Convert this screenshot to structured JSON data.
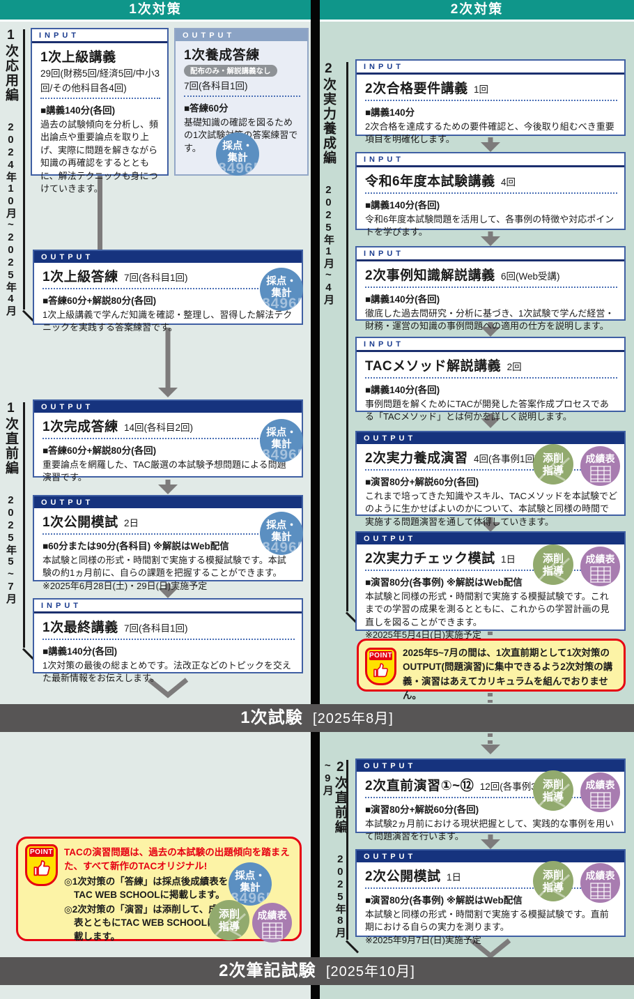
{
  "headers": {
    "first": "1次対策",
    "second": "2次対策"
  },
  "labels": {
    "input": "INPUT",
    "output": "OUTPUT"
  },
  "sections": {
    "first_applied": {
      "name": "1次応用編",
      "period": "2024年10月~2025年4月"
    },
    "first_final": {
      "name": "1次直前編",
      "period": "2025年5~7月"
    },
    "second_training": {
      "name": "2次実力養成編",
      "period": "2025年1月~4月"
    },
    "second_final": {
      "name": "2次直前編",
      "period": "2025年8月~9月"
    }
  },
  "badges": {
    "saiten": {
      "line1": "採点・",
      "line2": "集計",
      "ghost": "84965"
    },
    "tensaku": {
      "line1": "添削",
      "line2": "指導"
    },
    "seiseki": {
      "label": "成績表"
    }
  },
  "boxes": {
    "l1": {
      "title": "1次上級講義",
      "count": "29回(財務5回/経済5回/中小3回/その他科目各4回)",
      "spec": "■講義140分(各回)",
      "desc": "過去の試験傾向を分析し、頻出論点や重要論点を取り上げ、実際に問題を解きながら知識の再確認をするとともに、解法テクニックも身につけていきます。"
    },
    "l2": {
      "title": "1次養成答練",
      "pill": "配布のみ・解説講義なし",
      "count": "7回(各科目1回)",
      "spec": "■答練60分",
      "desc": "基礎知識の確認を図るための1次試験対策の答案練習です。"
    },
    "l3": {
      "title": "1次上級答練",
      "count": "7回(各科目1回)",
      "spec": "■答練60分+解説80分(各回)",
      "desc": "1次上級講義で学んだ知識を確認・整理し、習得した解法テクニックを実践する答案練習です。"
    },
    "l4": {
      "title": "1次完成答練",
      "count": "14回(各科目2回)",
      "spec": "■答練60分+解説80分(各回)",
      "desc": "重要論点を網羅した、TAC厳選の本試験予想問題による問題演習です。"
    },
    "l5": {
      "title": "1次公開模試",
      "count": "2日",
      "spec": "■60分または90分(各科目) ※解説はWeb配信",
      "desc": "本試験と同様の形式・時間割で実施する模擬試験です。本試験の約1ヵ月前に、自らの課題を把握することができます。",
      "note": "※2025年6月28日(土)・29日(日)実施予定"
    },
    "l6": {
      "title": "1次最終講義",
      "count": "7回(各科目1回)",
      "spec": "■講義140分(各回)",
      "desc": "1次対策の最後の総まとめです。法改正などのトピックを交えた最新情報をお伝えします。"
    },
    "r1": {
      "title": "2次合格要件講義",
      "count": "1回",
      "spec": "■講義140分",
      "desc": "2次合格を達成するための要件確認と、今後取り組むべき重要項目を明確化します。"
    },
    "r2": {
      "title": "令和6年度本試験講義",
      "count": "4回",
      "spec": "■講義140分(各回)",
      "desc": "令和6年度本試験問題を活用して、各事例の特徴や対応ポイントを学びます。"
    },
    "r3": {
      "title": "2次事例知識解説講義",
      "count": "6回(Web受講)",
      "spec": "■講義140分(各回)",
      "desc": "徹底した過去問研究・分析に基づき、1次試験で学んだ経営・財務・運営の知識の事例問題への適用の仕方を説明します。"
    },
    "r4": {
      "title": "TACメソッド解説講義",
      "count": "2回",
      "spec": "■講義140分(各回)",
      "desc": "事例問題を解くためにTACが開発した答案作成プロセスである「TACメソッド」とは何かを詳しく説明します。"
    },
    "r5": {
      "title": "2次実力養成演習",
      "count": "4回(各事例1回)",
      "spec": "■演習80分+解説60分(各回)",
      "desc": "これまで培ってきた知識やスキル、TACメソッドを本試験でどのように生かせばよいのかについて、本試験と同様の時間で実施する問題演習を通して体得していきます。"
    },
    "r6": {
      "title": "2次実力チェック模試",
      "count": "1日",
      "spec": "■演習80分(各事例) ※解説はWeb配信",
      "desc": "本試験と同様の形式・時間割で実施する模擬試験です。これまでの学習の成果を測るとともに、これからの学習計画の見直しを図ることができます。",
      "note": "※2025年5月4日(日)実施予定"
    },
    "r7": {
      "title": "2次直前演習①~⑫",
      "count": "12回(各事例3回)",
      "spec": "■演習80分+解説60分(各回)",
      "desc": "本試験2ヵ月前における現状把握として、実践的な事例を用いて問題演習を行います。"
    },
    "r8": {
      "title": "2次公開模試",
      "count": "1日",
      "spec": "■演習80分(各事例) ※解説はWeb配信",
      "desc": "本試験と同様の形式・時間割で実施する模擬試験です。直前期における自らの実力を測ります。",
      "note": "※2025年9月7日(日)実施予定"
    }
  },
  "exams": {
    "first": {
      "title": "1次試験",
      "date": "[2025年8月]"
    },
    "second": {
      "title": "2次筆記試験",
      "date": "[2025年10月]"
    }
  },
  "points": {
    "label": "POINT",
    "right": {
      "text": "2025年5~7月の間は、1次直前期として1次対策のOUTPUT(問題演習)に集中できるよう2次対策の講義・演習はあえてカリキュラムを組んでおりません。"
    },
    "left": {
      "title": "TACの演習問題は、過去の本試験の出題傾向を踏まえた、すべて新作のTACオリジナル!",
      "bullet1": "◎1次対策の「答練」は採点後成績表をTAC WEB SCHOOLに掲載します。",
      "bullet2": "◎2次対策の「演習」は添削して、成績表とともにTAC WEB SCHOOLに掲載します。"
    }
  },
  "colors": {
    "teal_header": "#0f968a",
    "navy_output": "#16337e",
    "input_blue": "#1c3d8f",
    "badge_blue": "#5b8fc1",
    "badge_green": "#92aa6e",
    "badge_purple": "#a87cb0",
    "point_red": "#e60012",
    "point_yellow": "#fcf3a6",
    "exam_bar_gray": "#575555"
  }
}
